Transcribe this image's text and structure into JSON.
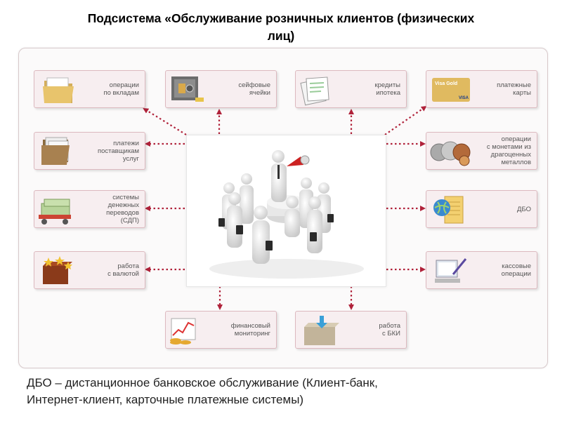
{
  "title": {
    "line1": "Подсистема «Обслуживание розничных клиентов (физических",
    "line2": "лиц)"
  },
  "cards": {
    "deposits": [
      "операции",
      "по вкладам"
    ],
    "safe": [
      "сейфовые",
      "ячейки"
    ],
    "credits": [
      "кредиты",
      "ипотека"
    ],
    "cards": [
      "платежные",
      "карты"
    ],
    "payments": [
      "платежи",
      "поставщикам",
      "услуг"
    ],
    "metals": [
      "операции",
      "с монетами из",
      "драгоценных",
      "металлов"
    ],
    "transfers": [
      "системы",
      "денежных",
      "переводов",
      "(СДП)"
    ],
    "dbo": [
      "ДБО"
    ],
    "currency": [
      "работа",
      "с валютой"
    ],
    "cash": [
      "кассовые",
      "операции"
    ],
    "monitoring": [
      "финансовый",
      "мониторинг"
    ],
    "bki": [
      "работа",
      "с БКИ"
    ]
  },
  "icons": {
    "deposits": "folder-icon",
    "safe": "safe-icon",
    "credits": "documents-icon",
    "cards": "credit-card-icon",
    "card_text": "Visa Gold",
    "card_brand": "VISA",
    "payments": "folder-files-icon",
    "metals": "coins-icon",
    "transfers": "money-cart-icon",
    "dbo": "internet-banking-icon",
    "currency": "stars-box-icon",
    "cash": "monitor-pen-icon",
    "monitoring": "chart-coins-icon",
    "bki": "box-arrow-icon"
  },
  "colors": {
    "accent": "#b0223a",
    "card_bg": "#f7eef0",
    "card_border": "#dcb9bf"
  },
  "footer": {
    "line1": "ДБО – дистанционное банковское обслуживание (Клиент-банк,",
    "line2": "Интернет-клиент, карточные платежные системы)"
  }
}
